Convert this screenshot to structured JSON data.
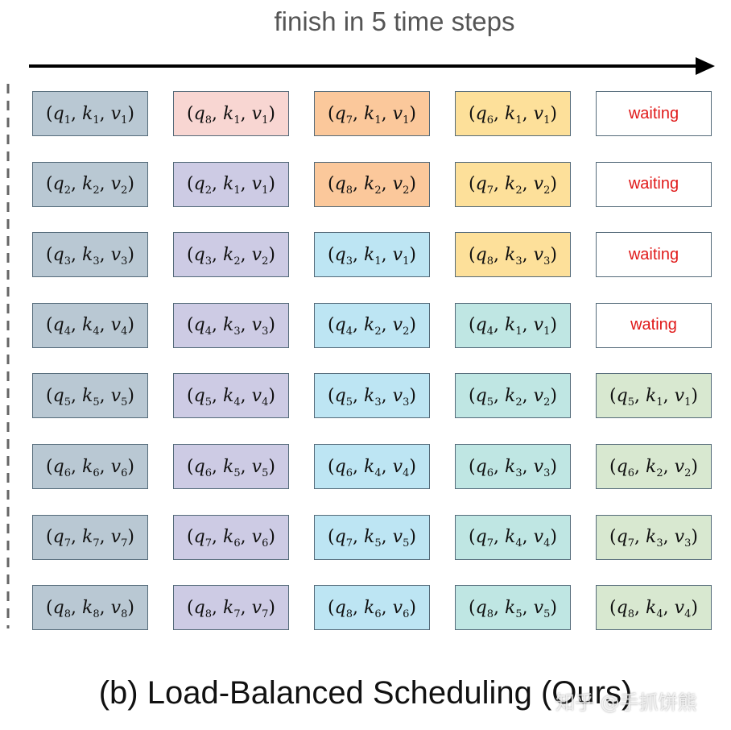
{
  "header": {
    "title": "finish in 5 time steps"
  },
  "caption": "(b) Load-Balanced Scheduling (Ours)",
  "watermark": "知乎 @手抓饼熊",
  "colors": {
    "c1": "#b9c8d3",
    "c2": "#cdcbe4",
    "c3": "#bde5f3",
    "c4": "#bfe6e3",
    "c5": "#d8e8d0",
    "pink": "#f8d6d2",
    "orange": "#fbc89b",
    "yellow": "#fde09a",
    "waiting_bg": "#ffffff",
    "waiting_text": "#e01919"
  },
  "grid": [
    [
      {
        "q": 1,
        "k": 1,
        "v": 1,
        "c": "c1"
      },
      {
        "q": 8,
        "k": 1,
        "v": 1,
        "c": "pink"
      },
      {
        "q": 7,
        "k": 1,
        "v": 1,
        "c": "orange"
      },
      {
        "q": 6,
        "k": 1,
        "v": 1,
        "c": "yellow"
      },
      {
        "text": "waiting",
        "c": "waiting_bg"
      }
    ],
    [
      {
        "q": 2,
        "k": 2,
        "v": 2,
        "c": "c1"
      },
      {
        "q": 2,
        "k": 1,
        "v": 1,
        "c": "c2"
      },
      {
        "q": 8,
        "k": 2,
        "v": 2,
        "c": "orange"
      },
      {
        "q": 7,
        "k": 2,
        "v": 2,
        "c": "yellow"
      },
      {
        "text": "waiting",
        "c": "waiting_bg"
      }
    ],
    [
      {
        "q": 3,
        "k": 3,
        "v": 3,
        "c": "c1"
      },
      {
        "q": 3,
        "k": 2,
        "v": 2,
        "c": "c2"
      },
      {
        "q": 3,
        "k": 1,
        "v": 1,
        "c": "c3"
      },
      {
        "q": 8,
        "k": 3,
        "v": 3,
        "c": "yellow"
      },
      {
        "text": "waiting",
        "c": "waiting_bg"
      }
    ],
    [
      {
        "q": 4,
        "k": 4,
        "v": 4,
        "c": "c1"
      },
      {
        "q": 4,
        "k": 3,
        "v": 3,
        "c": "c2"
      },
      {
        "q": 4,
        "k": 2,
        "v": 2,
        "c": "c3"
      },
      {
        "q": 4,
        "k": 1,
        "v": 1,
        "c": "c4"
      },
      {
        "text": "wating",
        "c": "waiting_bg"
      }
    ],
    [
      {
        "q": 5,
        "k": 5,
        "v": 5,
        "c": "c1"
      },
      {
        "q": 5,
        "k": 4,
        "v": 4,
        "c": "c2"
      },
      {
        "q": 5,
        "k": 3,
        "v": 3,
        "c": "c3"
      },
      {
        "q": 5,
        "k": 2,
        "v": 2,
        "c": "c4"
      },
      {
        "q": 5,
        "k": 1,
        "v": 1,
        "c": "c5"
      }
    ],
    [
      {
        "q": 6,
        "k": 6,
        "v": 6,
        "c": "c1"
      },
      {
        "q": 6,
        "k": 5,
        "v": 5,
        "c": "c2"
      },
      {
        "q": 6,
        "k": 4,
        "v": 4,
        "c": "c3"
      },
      {
        "q": 6,
        "k": 3,
        "v": 3,
        "c": "c4"
      },
      {
        "q": 6,
        "k": 2,
        "v": 2,
        "c": "c5"
      }
    ],
    [
      {
        "q": 7,
        "k": 7,
        "v": 7,
        "c": "c1"
      },
      {
        "q": 7,
        "k": 6,
        "v": 6,
        "c": "c2"
      },
      {
        "q": 7,
        "k": 5,
        "v": 5,
        "c": "c3"
      },
      {
        "q": 7,
        "k": 4,
        "v": 4,
        "c": "c4"
      },
      {
        "q": 7,
        "k": 3,
        "v": 3,
        "c": "c5"
      }
    ],
    [
      {
        "q": 8,
        "k": 8,
        "v": 8,
        "c": "c1"
      },
      {
        "q": 8,
        "k": 7,
        "v": 7,
        "c": "c2"
      },
      {
        "q": 8,
        "k": 6,
        "v": 6,
        "c": "c3"
      },
      {
        "q": 8,
        "k": 5,
        "v": 5,
        "c": "c4"
      },
      {
        "q": 8,
        "k": 4,
        "v": 4,
        "c": "c5"
      }
    ]
  ]
}
